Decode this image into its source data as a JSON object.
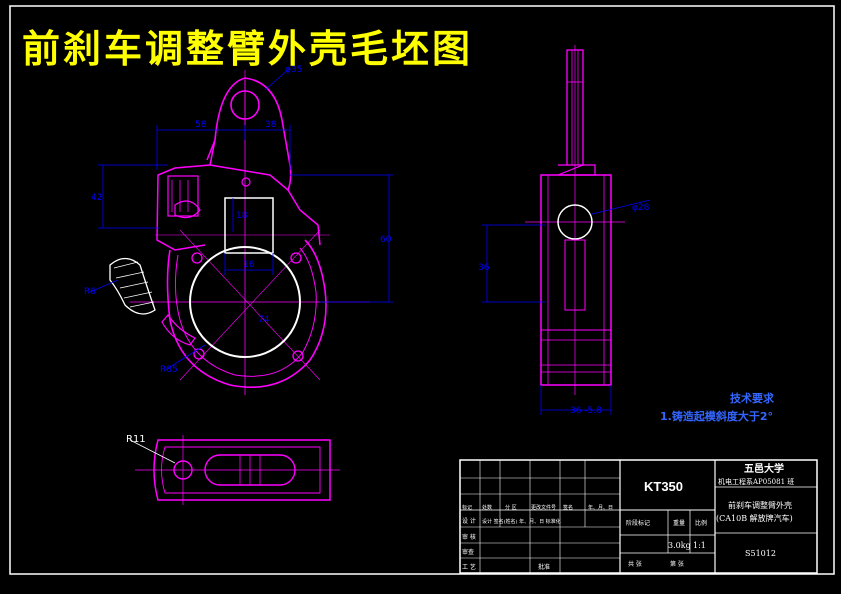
{
  "title": "前刹车调整臂外壳毛坯图",
  "colors": {
    "background": "#000000",
    "title": "#ffff00",
    "outline": "#ffffff",
    "part": "#ff00ff",
    "dimension": "#0000ff",
    "note": "#3366ff"
  },
  "dimensions": {
    "phi35_top": "φ35",
    "d58": "58",
    "d38": "38",
    "d42": "42",
    "d60": "60",
    "d18": "18",
    "d16": "16",
    "d74": "74",
    "r6": "R6",
    "r85": "R85",
    "r11": "R11",
    "phi28": "φ28",
    "d36_side": "36",
    "d36_bottom": "36 -5.8"
  },
  "tech_notes": {
    "heading": "技术要求",
    "item1": "1.铸造起模斜度大于2°"
  },
  "title_block": {
    "code": "KT350",
    "university": "五邑大学",
    "class_info": "机电工程系AP05081 班",
    "part_name": "前刹车调整臂外壳",
    "vehicle": "(CA10B 解放牌汽车)",
    "drawing_no": "S51012",
    "weight": "3.0kg",
    "scale": "1:1",
    "row_labels": [
      "标记",
      "设 计",
      "审 核",
      "审查",
      "工 艺"
    ],
    "header_cells": [
      "标记",
      "处数",
      "分 区",
      "更改文件号",
      "签名",
      "年、月、日"
    ],
    "designer_row": "设计 签名(姓名) 年、月、日 标准化",
    "stage_labels": [
      "阶段标记",
      "重量",
      "比例"
    ],
    "footer_cells": [
      "共 张",
      "第 张"
    ],
    "approve": "批准"
  }
}
